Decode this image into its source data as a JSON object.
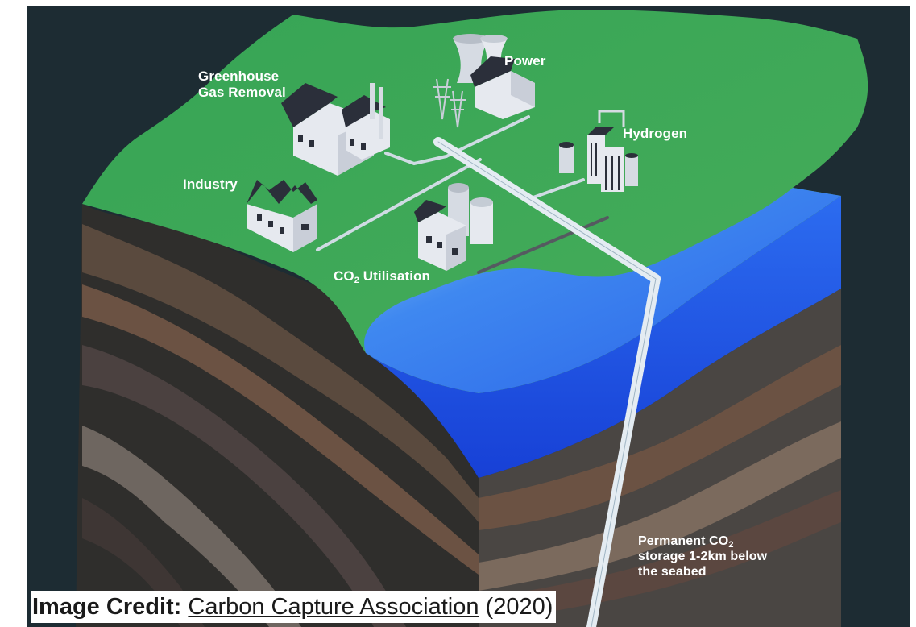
{
  "diagram": {
    "labels": {
      "greenhouse_line1": "Greenhouse",
      "greenhouse_line2": "Gas Removal",
      "power": "Power",
      "hydrogen": "Hydrogen",
      "industry": "Industry",
      "utilisation_prefix": "CO",
      "utilisation_sub": "2",
      "utilisation_suffix": " Utilisation",
      "storage_line1_prefix": "Permanent CO",
      "storage_line1_sub": "2",
      "storage_line2": "storage 1-2km below",
      "storage_line3": "the seabed"
    },
    "colors": {
      "background": "#1d2c33",
      "land": "#3da557",
      "sea_top": "#3e86f0",
      "sea_side": "#1c52e6",
      "pipe": "#dde7ef",
      "building_wall": "#e6e9ef",
      "building_roof": "#2b2f3a"
    }
  },
  "caption": {
    "prefix": "Image Credit:",
    "link_text": "Carbon Capture Association",
    "suffix": " (2020)"
  }
}
